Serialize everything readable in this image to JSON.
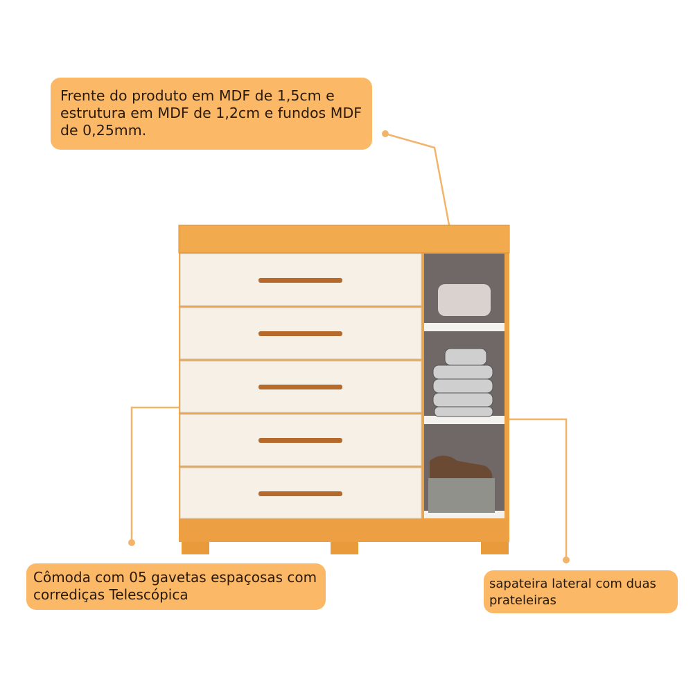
{
  "callouts": {
    "materials": "Frente do produto em MDF de 1,5cm e estrutura em MDF de 1,2cm e fundos MDF de 0,25mm.",
    "drawers": "Cômoda com 05 gavetas espaçosas com corrediças Telescópica",
    "shoe_rack": "sapateira lateral com duas prateleiras"
  },
  "colors": {
    "callout_bg": "#fbb866",
    "wood": "#eea246",
    "drawer_front": "#f6f0e6",
    "handle": "#b56a2c",
    "compartment_back": "#6f6866"
  },
  "product": {
    "drawer_count": 5,
    "shelf_count": 2
  }
}
